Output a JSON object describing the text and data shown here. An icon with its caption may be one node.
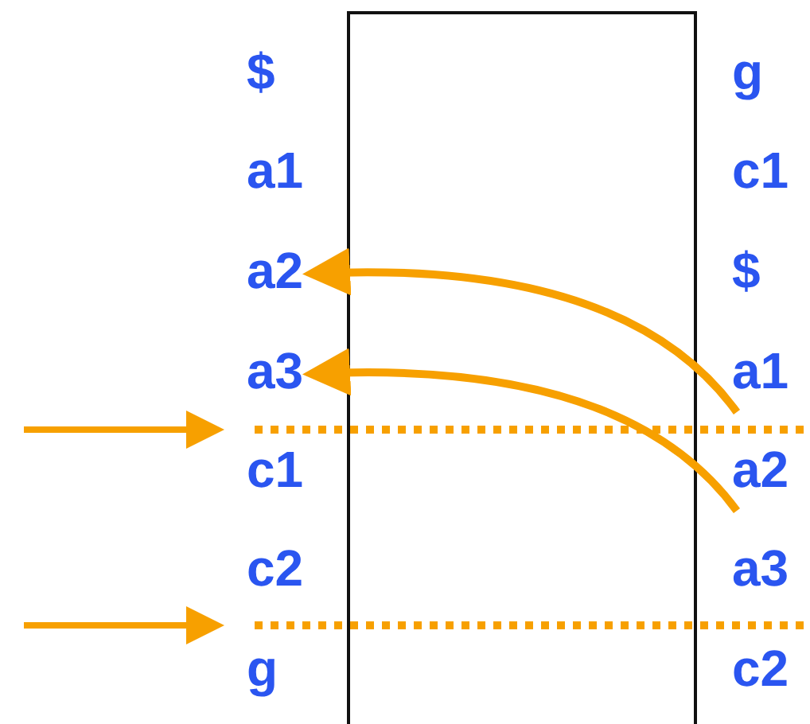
{
  "diagram": {
    "nodes": [
      {
        "text": [
          "$"
        ]
      },
      {
        "text": [
          "a1"
        ]
      },
      {
        "text": [
          "a2"
        ]
      },
      {
        "text": [
          "a3"
        ]
      },
      {
        "text": [
          "c1"
        ]
      },
      {
        "text": [
          "c2"
        ]
      },
      {
        "text": [
          "g"
        ]
      },
      {
        "text": [
          "g"
        ]
      },
      {
        "text": [
          "c1"
        ]
      },
      {
        "text": [
          "$"
        ]
      },
      {
        "text": [
          "a1"
        ]
      },
      {
        "text": [
          "a2"
        ]
      },
      {
        "text": [
          "a3"
        ]
      },
      {
        "text": [
          "c2"
        ]
      }
    ],
    "edges": [
      {
        "from": 10,
        "to": 2,
        "arrow": "to"
      },
      {
        "from": 11,
        "to": 3,
        "arrow": "to"
      }
    ]
  }
}
